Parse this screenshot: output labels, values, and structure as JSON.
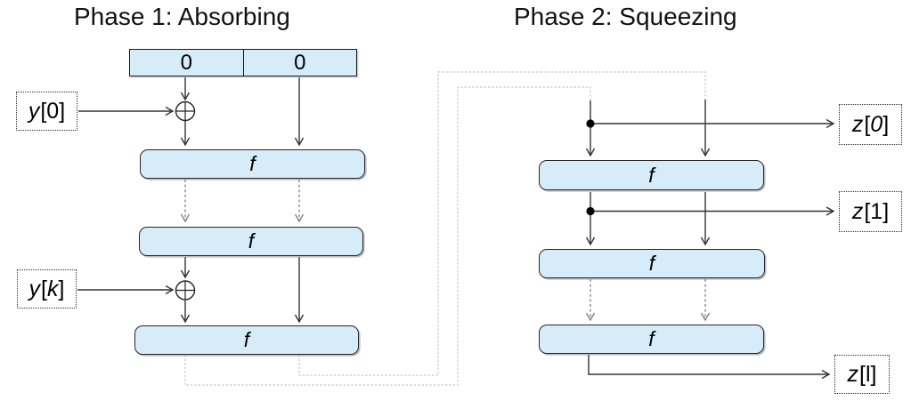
{
  "titles": {
    "phase1": "Phase 1: Absorbing",
    "phase2": "Phase 2: Squeezing"
  },
  "state_register": {
    "cells": [
      "0",
      "0"
    ]
  },
  "function_label": "f",
  "inputs": {
    "y0": {
      "var": "y",
      "open": "[",
      "index": "0",
      "close": "]"
    },
    "yk": {
      "var": "y",
      "open": "[",
      "index": "k",
      "close": "]"
    }
  },
  "outputs": {
    "z0": {
      "var": "z",
      "open": "[",
      "index": "0",
      "close": "]"
    },
    "z1": {
      "var": "z",
      "open": "[",
      "index": "1",
      "close": "]"
    },
    "zl": {
      "var": "z",
      "open": "[",
      "index": "l",
      "close": "]"
    }
  },
  "icons": {
    "xor": "xor-circle-plus",
    "junction": "junction-dot"
  },
  "colors": {
    "box_fill": "#d6edf9",
    "box_border": "#262626",
    "line": "#333333",
    "dashed_gray": "#7f7f7f",
    "connector_gray": "#c2c2c2"
  }
}
